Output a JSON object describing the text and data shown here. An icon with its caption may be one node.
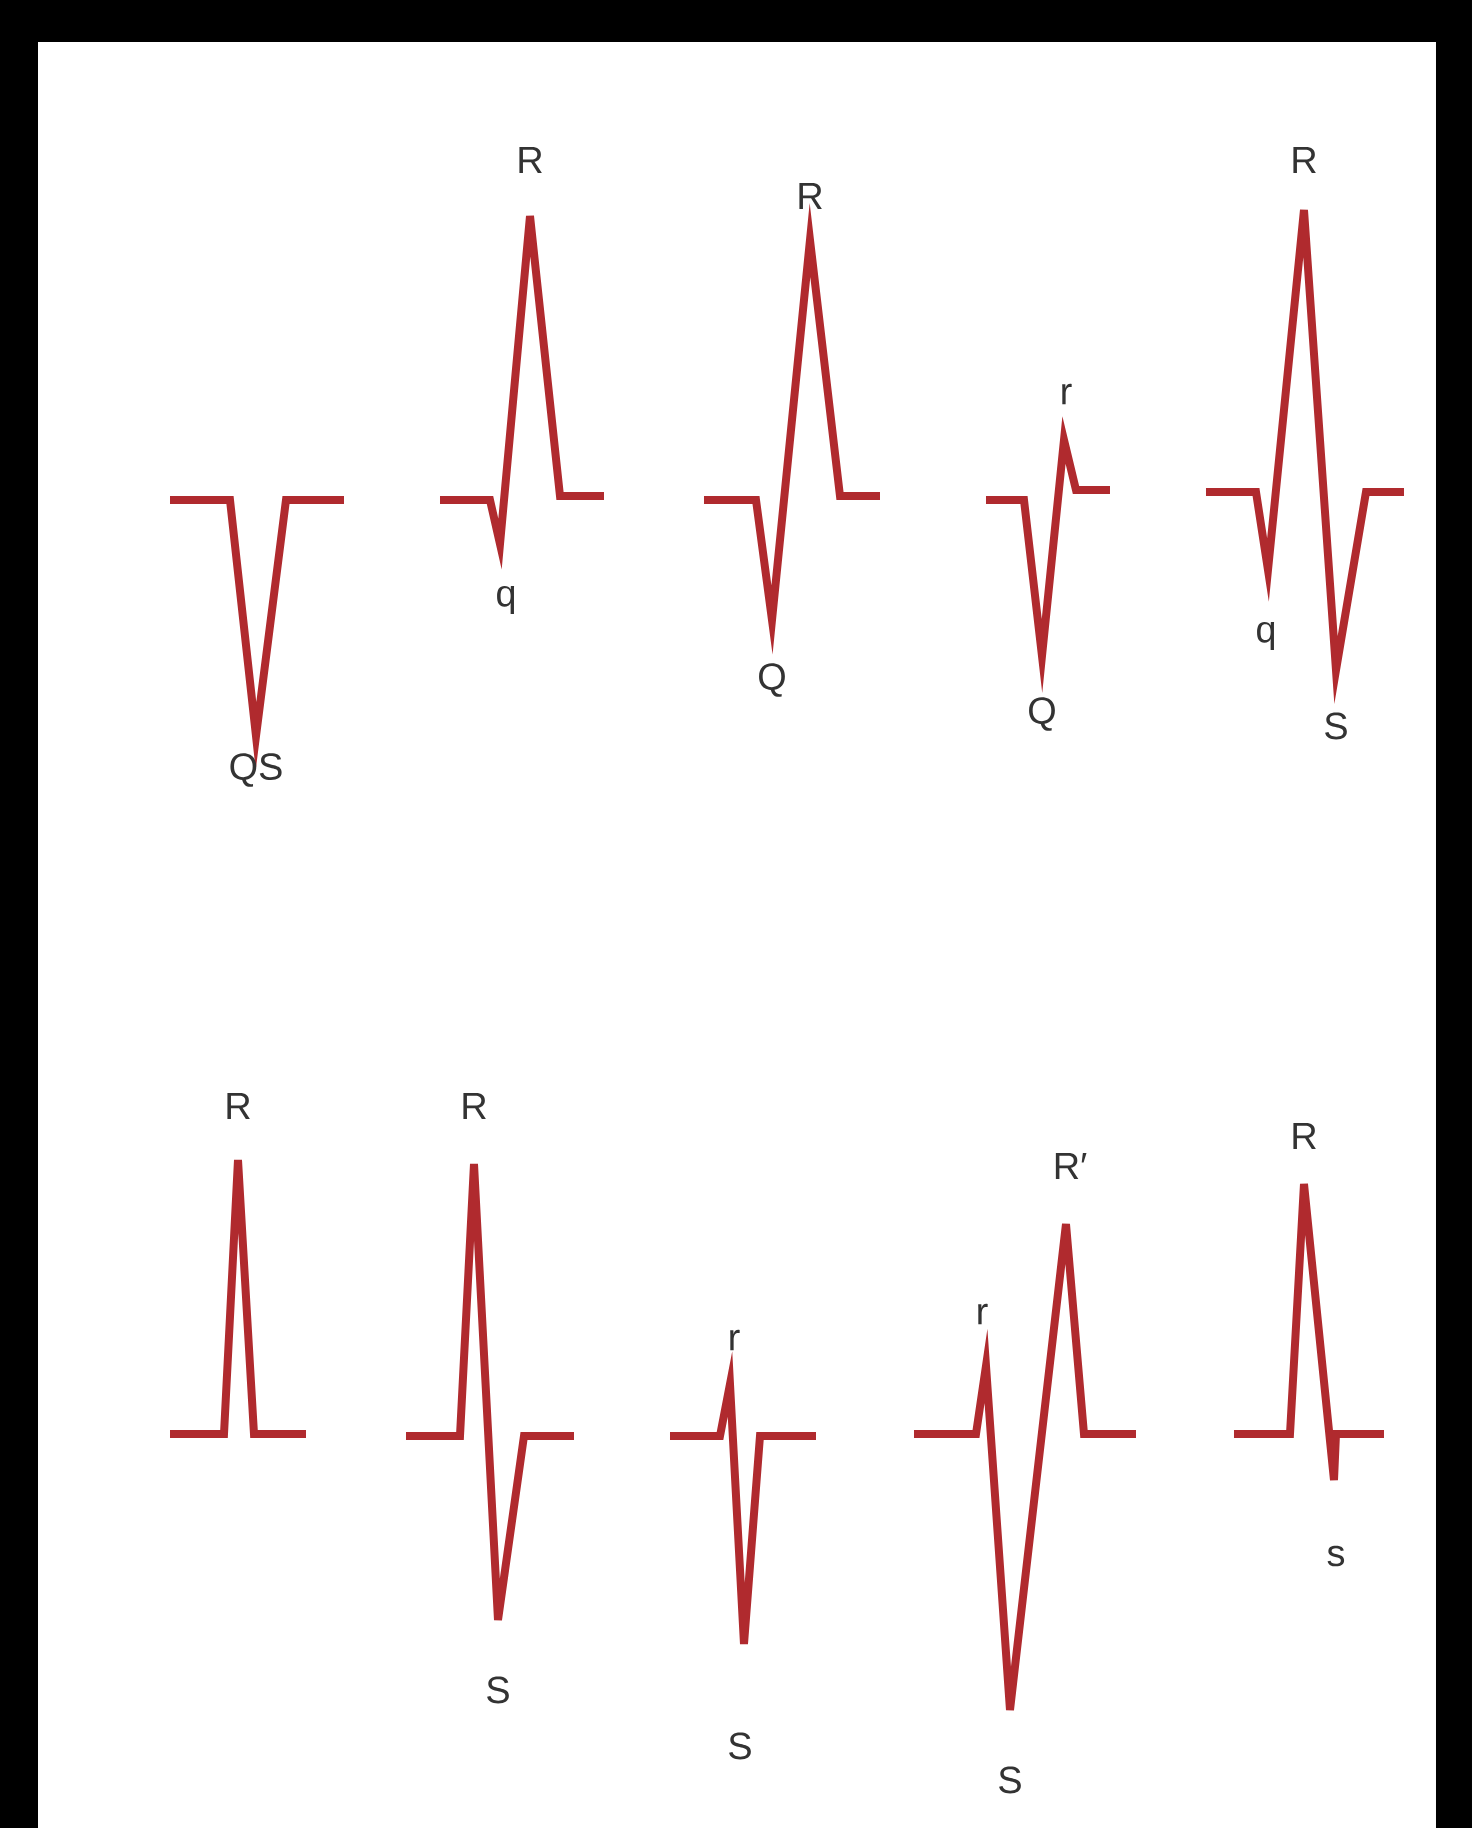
{
  "diagram": {
    "labels": [
      "QS",
      "R",
      "q",
      "R",
      "Q",
      "r",
      "Q",
      "R",
      "q",
      "S",
      "R",
      "R",
      "S",
      "r",
      "S",
      "r",
      "R′",
      "S",
      "R",
      "s"
    ]
  }
}
